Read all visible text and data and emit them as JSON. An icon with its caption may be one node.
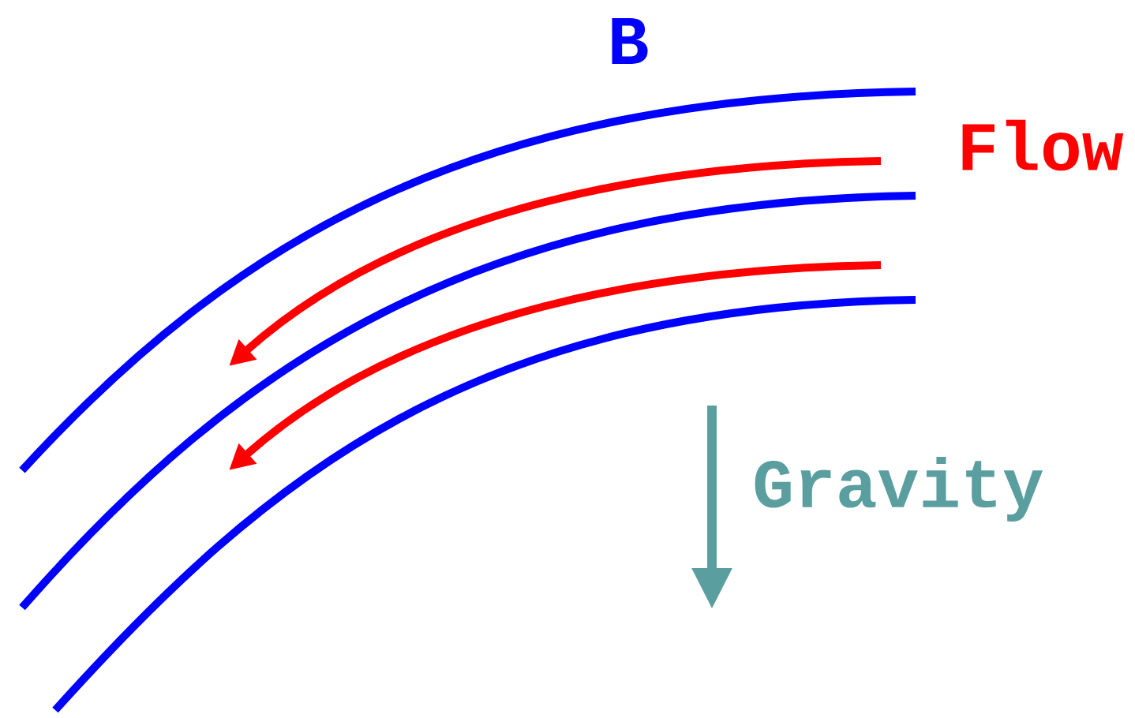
{
  "diagram": {
    "labels": [
      "B",
      "Flow",
      "Gravity"
    ]
  }
}
